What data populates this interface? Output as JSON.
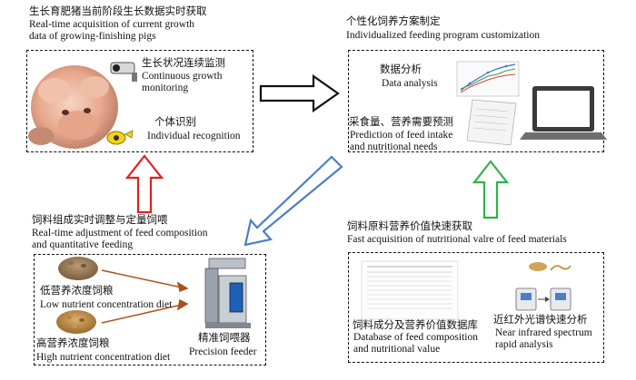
{
  "top_left": {
    "title_cn": "生长育肥猪当前阶段生长数据实时获取",
    "title_en_1": "Real-time acquisition of current growth",
    "title_en_2": "data of growing-finishing pigs",
    "monitor_cn": "生长状况连续监测",
    "monitor_en_1": "Continuous growth",
    "monitor_en_2": "monitoring",
    "recog_cn": "个体识别",
    "recog_en": "Individual recognition"
  },
  "top_right": {
    "title_cn": "个性化饲养方案制定",
    "title_en": "Individualized feeding program customization",
    "analysis_cn": "数据分析",
    "analysis_en": "Data analysis",
    "predict_cn": "采食量、营养需要预测",
    "predict_en_1": "Prediction of feed intake",
    "predict_en_2": "and nutritional needs"
  },
  "bottom_left": {
    "title_cn": "饲料组成实时调整与定量饲喂",
    "title_en_1": "Real-time adjustment of feed composition",
    "title_en_2": "and quantitative feeding",
    "low_cn": "低营养浓度饲粮",
    "low_en": "Low nutrient concentration diet",
    "high_cn": "高营养浓度饲粮",
    "high_en": "High nutrient concentration diet",
    "feeder_cn": "精准饲喂器",
    "feeder_en": "Precision feeder"
  },
  "bottom_right": {
    "title_cn": "饲料原料营养价值快速获取",
    "title_en": "Fast acquisition of nutritional valre of feed materials",
    "db_cn": "饲料成分及营养价值数据库",
    "db_en_1": "Database of feed composition",
    "db_en_2": "and nutritional value",
    "nir_cn": "近红外光谱快速分析",
    "nir_en_1": "Near infrared spectrum",
    "nir_en_2": "rapid analysis"
  },
  "colors": {
    "arrow_black": "#111111",
    "arrow_blue": "#4a7fc8",
    "arrow_green": "#2fb24a",
    "arrow_red": "#e02020",
    "feed_line": "#a8531e"
  }
}
